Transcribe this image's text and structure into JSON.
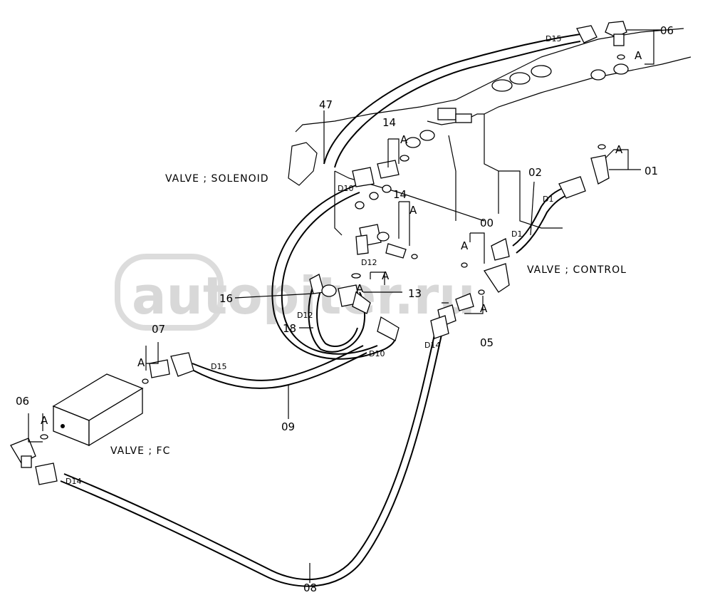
{
  "watermark": "autopiter.ru",
  "components": {
    "solenoid": "VALVE ; SOLENOID",
    "control": "VALVE ; CONTROL",
    "fc": "VALVE ; FC"
  },
  "part_numbers": {
    "p00": "00",
    "p01": "01",
    "p02": "02",
    "p05": "05",
    "p06_top": "06",
    "p06_left": "06",
    "p07": "07",
    "p08": "08",
    "p09": "09",
    "p13": "13",
    "p14_a": "14",
    "p14_b": "14",
    "p16": "16",
    "p18": "18",
    "p47": "47"
  },
  "detail_marks": {
    "a1": "A",
    "a2": "A",
    "a3": "A",
    "a4": "A",
    "a5": "A",
    "a6": "A",
    "a7": "A",
    "a8": "A",
    "a9": "A",
    "a10": "A"
  },
  "dimension_codes": {
    "d15_top": "D15",
    "d10_a": "D10",
    "d1_a": "D1",
    "d1_b": "D1",
    "d12_a": "D12",
    "d12_b": "D12",
    "d10_b": "D10",
    "d14_a": "D14",
    "d15_b": "D15",
    "d14_b": "D14"
  }
}
